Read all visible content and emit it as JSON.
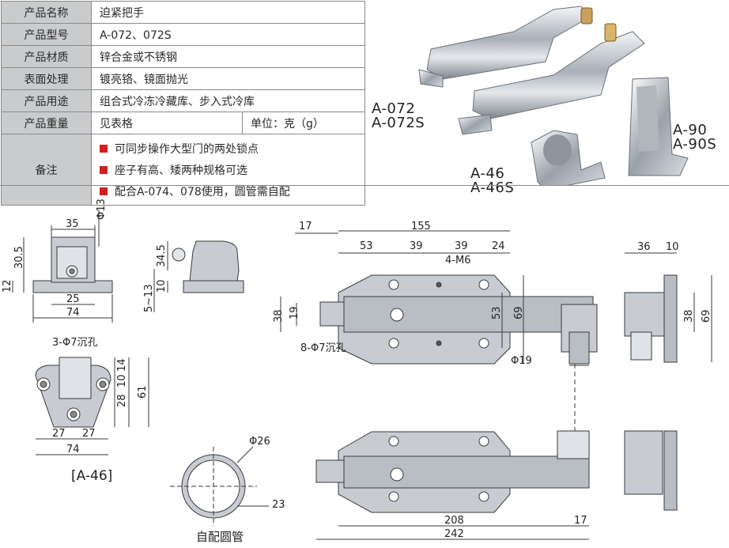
{
  "spec_table": {
    "rows": [
      {
        "label": "产品名称",
        "value": "迫紧把手"
      },
      {
        "label": "产品型号",
        "value": "A-072、072S"
      },
      {
        "label": "产品材质",
        "value": "锌合金或不锈钢"
      },
      {
        "label": "表面处理",
        "value": "镀亮铬、镜面抛光"
      },
      {
        "label": "产品用途",
        "value": "组合式冷冻冷藏库、步入式冷库"
      },
      {
        "label": "产品重量",
        "value": "见表格",
        "extra": "单位：克（g）"
      }
    ],
    "note_label": "备注",
    "notes": [
      "可同步操作大型门的两处锁点",
      "座子有高、矮两种规格可选",
      "配合A-074、078使用，圆管需自配"
    ]
  },
  "photo_labels": {
    "main": [
      "A-072",
      "A-072S"
    ],
    "seat_low": [
      "A-46",
      "A-46S"
    ],
    "seat_high": [
      "A-90",
      "A-90S"
    ]
  },
  "drawing": {
    "a46_front_dims": {
      "top": "35",
      "bolt": "Φ13",
      "h1": "30.5",
      "h2": "12",
      "bottom1": "25",
      "bottom2": "74"
    },
    "a46_side_dims": {
      "h1": "34.5",
      "h2": "10",
      "h3": "5~13"
    },
    "a46_top_dims": {
      "holes": "3-Φ7沉孔",
      "v1": "14",
      "v2": "10",
      "v3": "28",
      "v4": "61",
      "w1": "27",
      "w2": "27",
      "w3": "74"
    },
    "a46_caption": "[A-46]",
    "tube_dims": {
      "dia": "Φ26",
      "inner": "23"
    },
    "tube_caption": "自配圆管",
    "main_dims": {
      "overall": "155",
      "left_ext": "17",
      "d53": "53",
      "d39a": "39",
      "d39b": "39",
      "d24": "24",
      "thread": "4-M6",
      "h38": "38",
      "h19": "19",
      "h53": "53",
      "h69": "69",
      "holes": "8-Φ7沉孔",
      "rod": "Φ19",
      "open_len": "208",
      "open_ext": "17",
      "open_total": "242"
    },
    "a90_dims": {
      "w1": "36",
      "w2": "10",
      "h1": "38",
      "h2": "69"
    }
  },
  "colors": {
    "bullet": "#d11f1f",
    "label_bg": "#c9cbcd",
    "part_fill": "#c8ccd2",
    "line": "#3a3a3a"
  }
}
